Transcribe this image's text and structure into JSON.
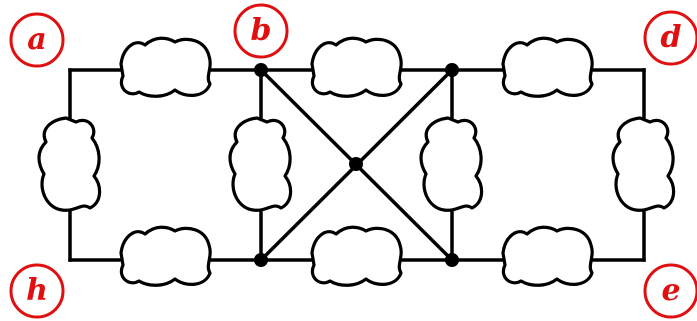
{
  "colors": {
    "background": "#ffffff",
    "wire": "#000000",
    "blob_fill": "#ffffff",
    "blob_stroke": "#000000",
    "label_ring": "#e01010",
    "label_text": "#e01010",
    "node": "#000000"
  },
  "labels": {
    "a": "a",
    "b": "b",
    "d": "d",
    "e": "e",
    "h": "h"
  }
}
